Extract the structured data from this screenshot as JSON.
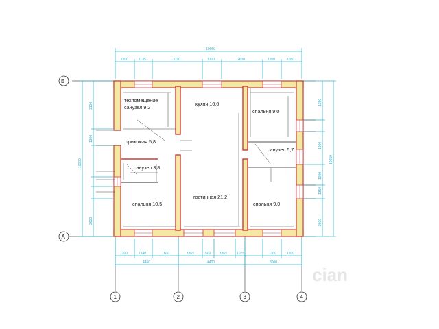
{
  "rooms": {
    "technical": "техпомещение",
    "bath_top": "санузел 9,2",
    "kitchen": "кухня 16,6",
    "bedroom_tr": "спальня 9,0",
    "hall": "прихожая 5,8",
    "bath_small": "санузел 3,8",
    "bath_right": "санузел 5,7",
    "bedroom_bl": "спальня 10,5",
    "living": "гостинная 21,2",
    "bedroom_br": "спальня 9,0"
  },
  "axes": {
    "rows": [
      "Б",
      "А"
    ],
    "columns": [
      "1",
      "2",
      "3",
      "4"
    ]
  },
  "dimensions": {
    "top_total": "10650",
    "top_segments": [
      "1200",
      "1135",
      "3190",
      "1300",
      "2600",
      "1200",
      "1050"
    ],
    "bottom_segments_1": [
      "1200",
      "1240",
      "1600",
      "1365",
      "500",
      "1365",
      "1075",
      "1300",
      "1200"
    ],
    "bottom_segments_2": [
      "4450",
      "4400",
      "3000"
    ],
    "left_total": "10000",
    "left_segments": [
      "3100",
      "1300",
      "2600"
    ],
    "right_total": "10650",
    "right_segments": [
      "1350",
      "1900",
      "1200",
      "1350",
      "2600"
    ]
  },
  "watermark": "cian"
}
